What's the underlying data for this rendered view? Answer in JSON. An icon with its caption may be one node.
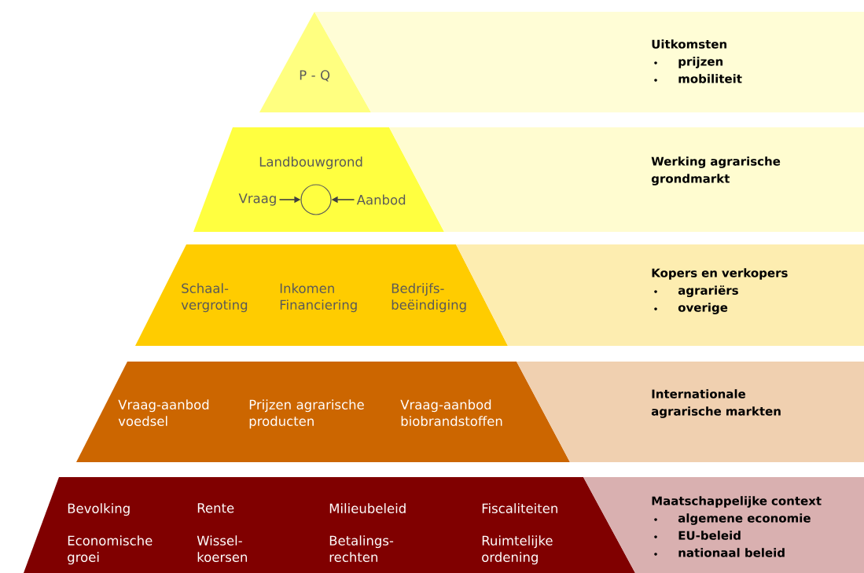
{
  "diagram": {
    "nodes": [
      {
        "text": [
          "P - Q"
        ]
      },
      {
        "text": [
          "Uitkomsten",
          "prijzen",
          "mobiliteit"
        ]
      },
      {
        "text": [
          "Landbouwgrond"
        ]
      },
      {
        "text": [
          "Vraag"
        ],
        "in": 2
      },
      {
        "text": [],
        "shape": "circle",
        "in": 2
      },
      {
        "text": [
          "Aanbod"
        ],
        "in": 2
      },
      {
        "text": [
          "Werking agrarische grondmarkt"
        ]
      },
      {
        "text": [
          "Schaal- vergroting",
          "Inkomen Financiering",
          "Bedrijfs- beëindiging"
        ]
      },
      {
        "text": [
          "Kopers en verkopers",
          "agrariërs",
          "overige"
        ]
      },
      {
        "text": [
          "Vraag-aanbod voedsel",
          "Prijzen agrarische producten",
          "Vraag-aanbod biobrandstoffen"
        ]
      },
      {
        "text": [
          "Internationale agrarische markten"
        ]
      },
      {
        "text": [
          "Bevolking",
          "Rente",
          "Milieubeleid",
          "Fiscaliteiten",
          "Economische groei",
          "Wissel- koersen",
          "Betalings- rechten",
          "Ruimtelijke ordening"
        ]
      },
      {
        "text": [
          "Maatschappelijke context",
          "algemene economie",
          "EU-beleid",
          "nationaal beleid"
        ]
      }
    ],
    "edges": [
      {
        "from": 3,
        "to": 4,
        "arrow": "to"
      },
      {
        "from": 5,
        "to": 4,
        "arrow": "to"
      }
    ]
  }
}
